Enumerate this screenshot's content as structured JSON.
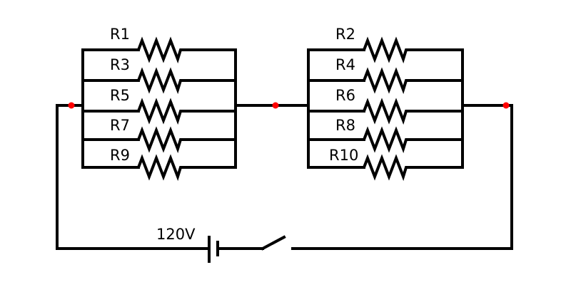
{
  "colors": {
    "wire": "#000000",
    "node": "#ff0000",
    "background": "#ffffff"
  },
  "left_bank": {
    "resistors": [
      "R1",
      "R3",
      "R5",
      "R7",
      "R9"
    ]
  },
  "right_bank": {
    "resistors": [
      "R2",
      "R4",
      "R6",
      "R8",
      "R10"
    ]
  },
  "source": {
    "voltage_label": "120V",
    "type": "battery"
  },
  "switch": {
    "state": "open"
  },
  "nodes": {
    "count": 3
  }
}
